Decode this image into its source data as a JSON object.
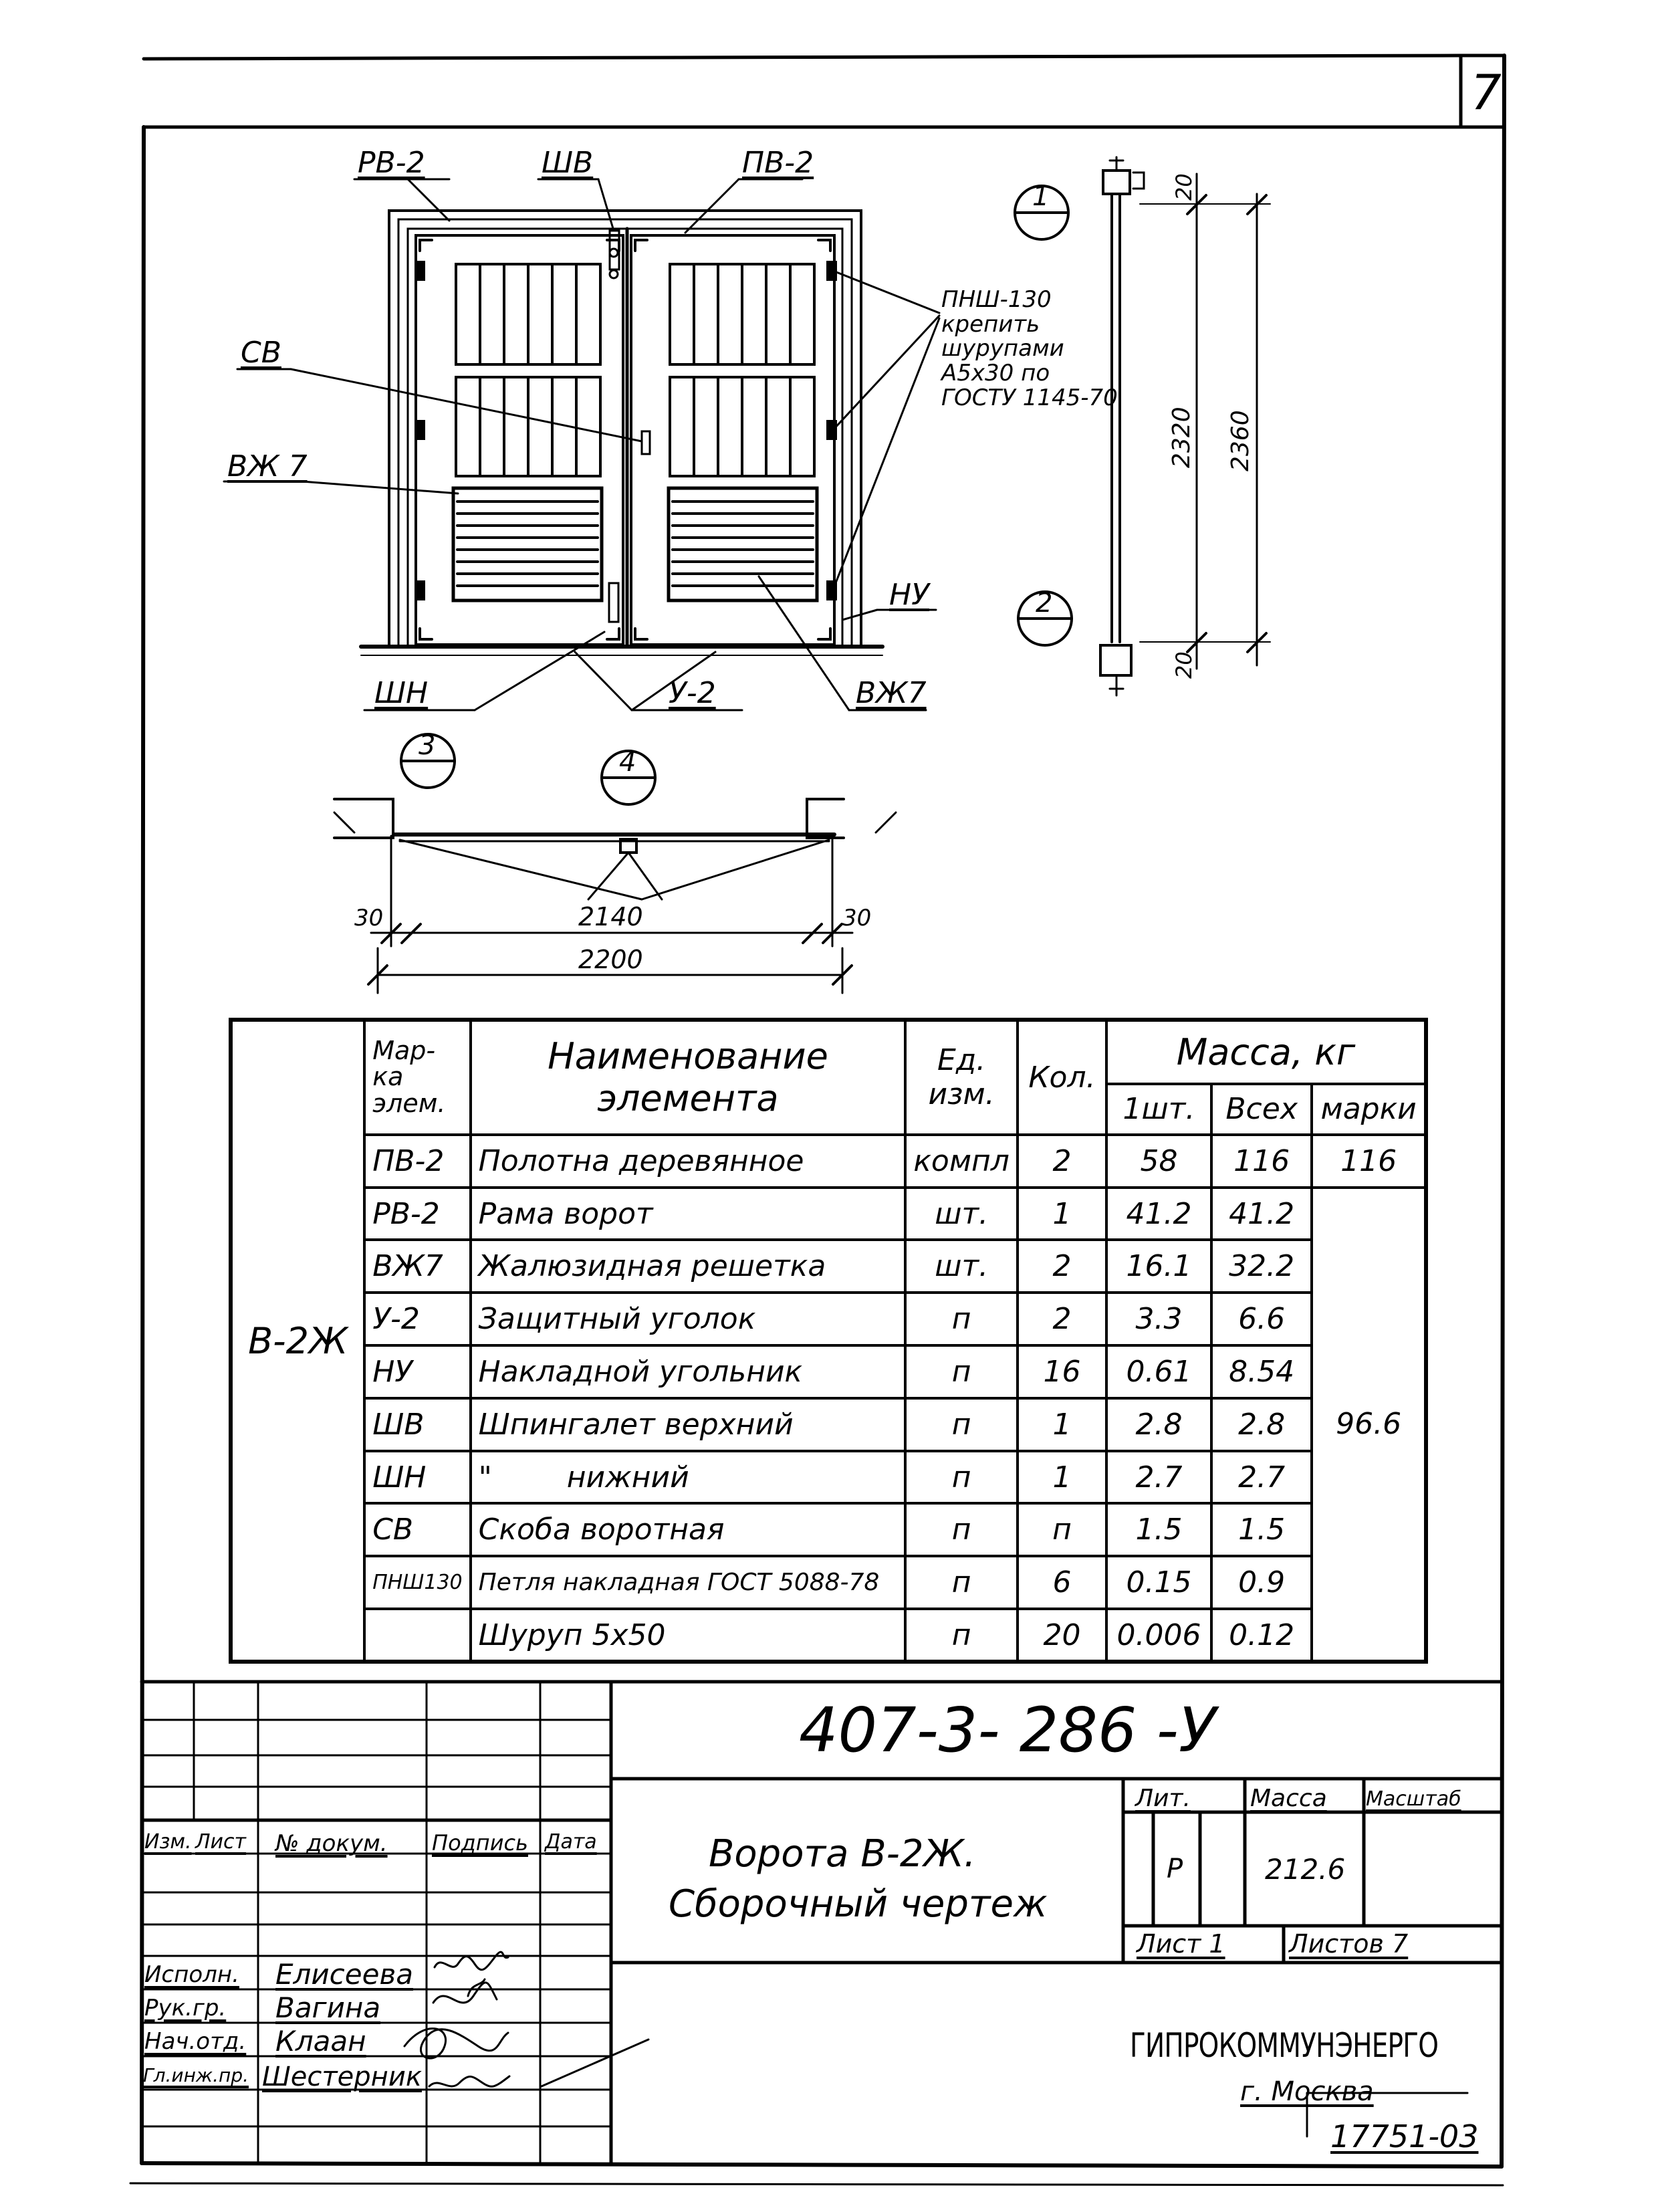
{
  "sheet_number": "7",
  "archive_number": "17751-03",
  "plan": {
    "labels": {
      "rv2": "РВ-2",
      "shv": "ШВ",
      "pv2": "ПВ-2",
      "sv": "СВ",
      "vzh7_left": "ВЖ 7",
      "shn": "ШН",
      "u2": "У-2",
      "vzh7_right": "ВЖ7",
      "nu": "НУ"
    },
    "note_lines": [
      "ПНШ-130",
      "крепить",
      "шурупами",
      "А5х30 по",
      "ГОСТУ 1145-70"
    ]
  },
  "section": {
    "marks": [
      "1",
      "2"
    ],
    "dims": {
      "top": "20",
      "inner": "2320",
      "outer": "2360",
      "bottom": "20"
    }
  },
  "plan_view": {
    "marks": [
      "3",
      "4"
    ],
    "dims": {
      "left": "30",
      "inner": "2140",
      "right": "30",
      "total": "2200"
    }
  },
  "spec_table": {
    "headers": {
      "mark": "Мар- ка элем.",
      "name": "Наименование элемента",
      "unit": "Ед. изм.",
      "qty": "Кол.",
      "mass": "Масса, кг",
      "mass_one": "1шт.",
      "mass_all": "Всех",
      "mass_mark": "марки"
    },
    "group_mark": "В-2Ж",
    "rows": [
      {
        "mark": "ПВ-2",
        "name": "Полотна деревянное",
        "unit": "компл",
        "qty": "2",
        "one": "58",
        "all": "116"
      },
      {
        "mark": "РВ-2",
        "name": "Рама ворот",
        "unit": "шт.",
        "qty": "1",
        "one": "41.2",
        "all": "41.2"
      },
      {
        "mark": "ВЖ7",
        "name": "Жалюзидная решетка",
        "unit": "шт.",
        "qty": "2",
        "one": "16.1",
        "all": "32.2"
      },
      {
        "mark": "У-2",
        "name": "Защитный уголок",
        "unit": "п",
        "qty": "2",
        "one": "3.3",
        "all": "6.6"
      },
      {
        "mark": "НУ",
        "name": "Накладной угольник",
        "unit": "п",
        "qty": "16",
        "one": "0.61",
        "all": "8.54"
      },
      {
        "mark": "ШВ",
        "name": "Шпингалет верхний",
        "unit": "п",
        "qty": "1",
        "one": "2.8",
        "all": "2.8"
      },
      {
        "mark": "ШН",
        "name": "\"        нижний",
        "unit": "п",
        "qty": "1",
        "one": "2.7",
        "all": "2.7"
      },
      {
        "mark": "СВ",
        "name": "Скоба воротная",
        "unit": "п",
        "qty": "п",
        "one": "1.5",
        "all": "1.5"
      },
      {
        "mark": "ПНШ130",
        "name": "Петля накладная ГОСТ 5088-78",
        "unit": "п",
        "qty": "6",
        "one": "0.15",
        "all": "0.9"
      },
      {
        "mark": "",
        "name": "Шуруп 5х50",
        "unit": "п",
        "qty": "20",
        "one": "0.006",
        "all": "0.12"
      }
    ],
    "mass_mark_first": "116",
    "mass_mark_rest": "96.6"
  },
  "title_block": {
    "doc_code": "407-3- 286 -У",
    "title_line1": "Ворота В-2Ж.",
    "title_line2": "Сборочный чертеж",
    "col_headers": [
      "Изм.",
      "Лист",
      "№ докум.",
      "Подпись",
      "Дата"
    ],
    "people": [
      {
        "role": "Исполн.",
        "name": "Елисеева",
        "sign": "Елис"
      },
      {
        "role": "Рук.гр.",
        "name": "Вагина",
        "sign": "Ваг"
      },
      {
        "role": "Нач.отд.",
        "name": "Клаан",
        "sign": "Кла"
      },
      {
        "role": "Гл.инж.пр.",
        "name": "Шестерник",
        "sign": "Шест"
      }
    ],
    "lit_label": "Лит.",
    "mass_label": "Масса",
    "scale_label": "Масштаб",
    "lit_value": "Р",
    "mass_value": "212.6",
    "sheet_label": "Лист 1",
    "sheets_label": "Листов 7",
    "org": "ГИПРОКОММУНЭНЕРГО",
    "city": "г. Москва"
  }
}
